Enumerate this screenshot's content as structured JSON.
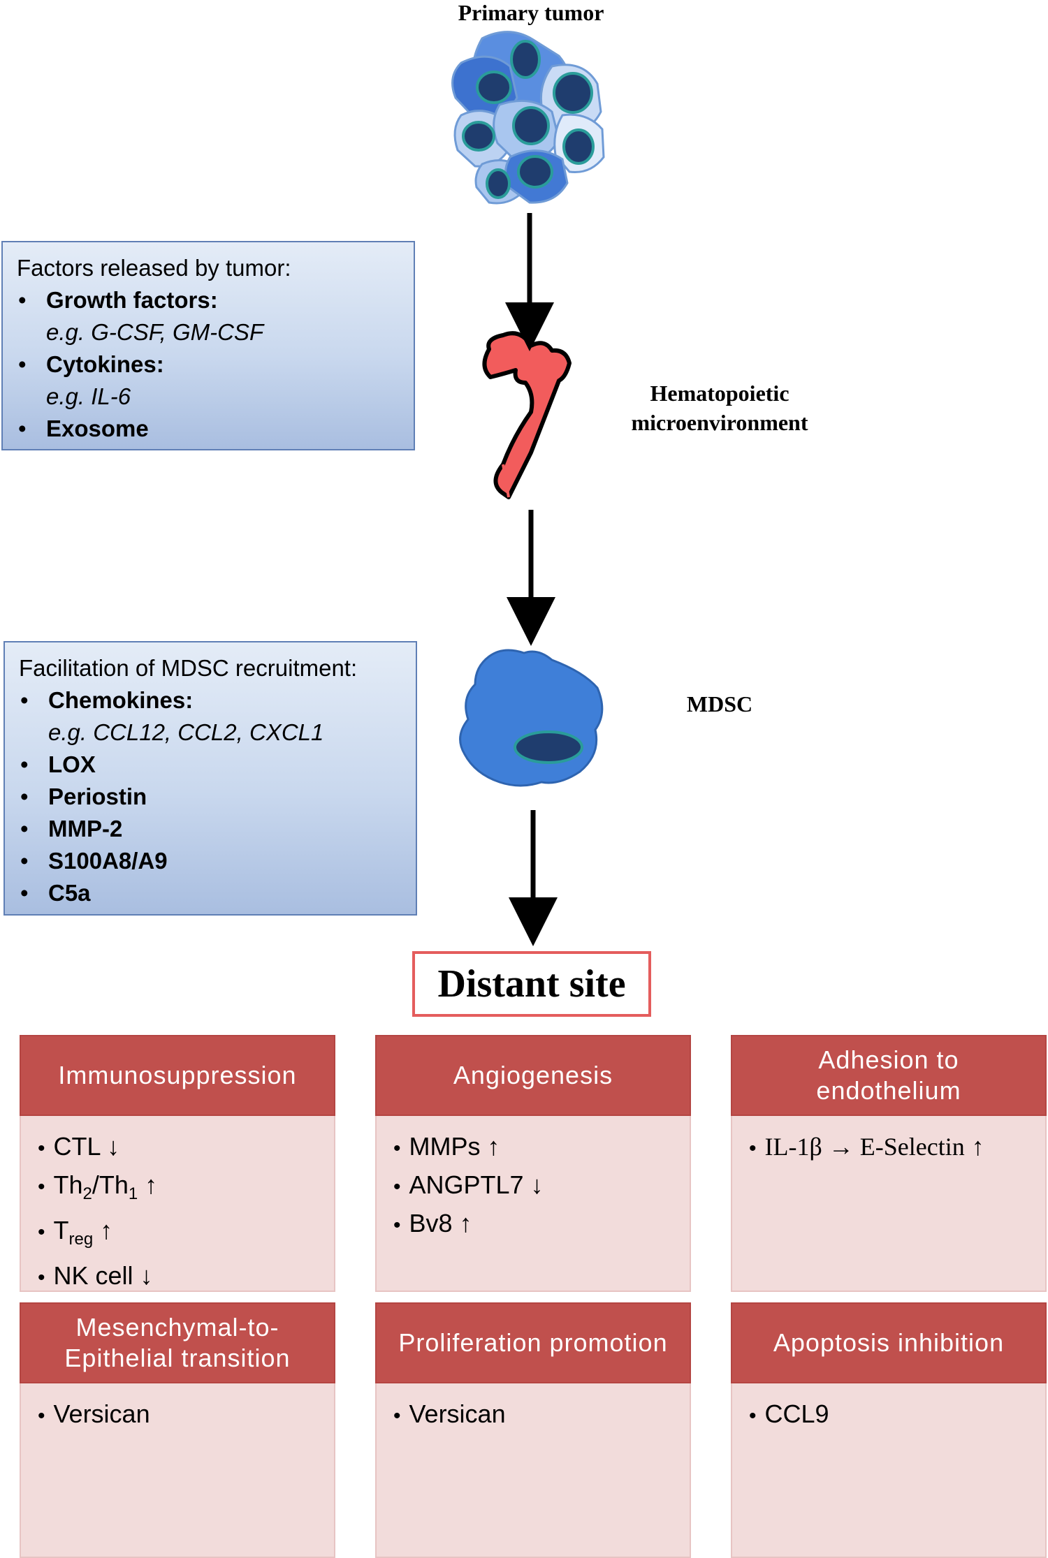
{
  "stages": {
    "tumor": "Primary tumor",
    "hema_line1": "Hematopoietic",
    "hema_line2": "microenvironment",
    "mdsc": "MDSC"
  },
  "box_tumor": {
    "title": "Factors released by tumor:",
    "items": [
      {
        "name": "Growth factors:",
        "example": "e.g. G-CSF, GM-CSF"
      },
      {
        "name": "Cytokines:",
        "example": "e.g. IL-6"
      },
      {
        "name": "Exosome"
      }
    ]
  },
  "box_mdsc": {
    "title": "Facilitation of MDSC recruitment:",
    "items": [
      {
        "name": "Chemokines:",
        "example": "e.g. CCL12, CCL2, CXCL1"
      },
      {
        "name": "LOX"
      },
      {
        "name": "Periostin"
      },
      {
        "name": "MMP-2"
      },
      {
        "name": "S100A8/A9"
      },
      {
        "name": "C5a"
      }
    ]
  },
  "distant_site": "Distant site",
  "cards": {
    "immuno": {
      "title": "Immunosuppression",
      "items": {
        "ctl": "CTL",
        "th_a": "Th",
        "th_a_sub": "2",
        "th_b": "/Th",
        "th_b_sub": "1",
        "t": "T",
        "t_sub": "reg",
        "nk": "NK cell"
      }
    },
    "angio": {
      "title": "Angiogenesis",
      "items": {
        "mmps": "MMPs",
        "angptl7": "ANGPTL7",
        "bv8": "Bv8"
      }
    },
    "adhesion": {
      "title": "Adhesion to endothelium",
      "items": {
        "il1": "IL-1β → E-Selectin"
      }
    },
    "met": {
      "title": "Mesenchymal-to-Epithelial transition",
      "items": {
        "versican": "Versican"
      }
    },
    "prolif": {
      "title": "Proliferation promotion",
      "items": {
        "versican": "Versican"
      }
    },
    "apop": {
      "title": "Apoptosis inhibition",
      "items": {
        "ccl9": "CCL9"
      }
    }
  },
  "symbols": {
    "up": "↑",
    "down": "↓",
    "bullet": "•"
  },
  "colors": {
    "card_header": "#c0504d",
    "card_body": "#f2dcdb",
    "box_fill": "#c9d8ee",
    "box_border": "#5f7fb5",
    "bone": "#f15a5a",
    "mdsc_cell": "#3f7fd8",
    "distant_border": "#e45d5d"
  }
}
